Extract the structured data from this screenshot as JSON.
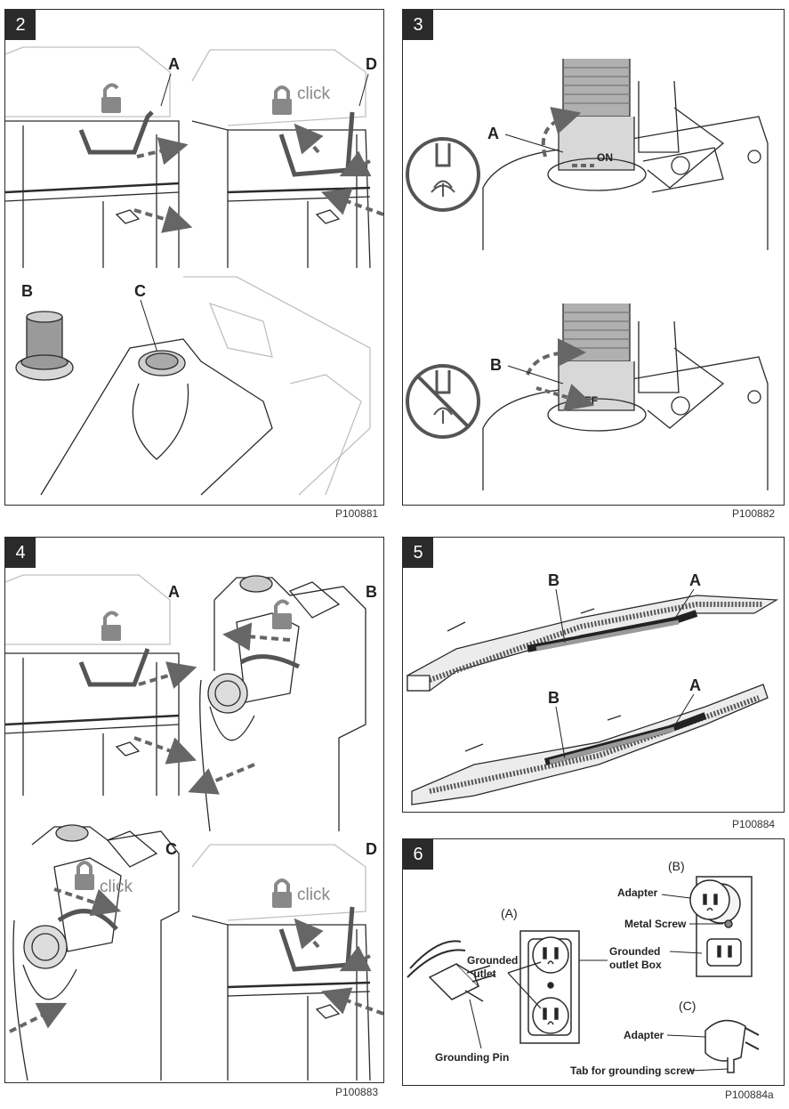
{
  "panels": {
    "p2": {
      "number": "2",
      "code": "P100881",
      "labels": {
        "a": "A",
        "d": "D",
        "b": "B",
        "c": "C",
        "click": "click"
      }
    },
    "p3": {
      "number": "3",
      "code": "P100882",
      "labels": {
        "a": "A",
        "b": "B",
        "on": "ON",
        "off": "OFF"
      }
    },
    "p4": {
      "number": "4",
      "code": "P100883",
      "labels": {
        "a": "A",
        "b": "B",
        "c": "C",
        "d": "D",
        "click_c": "click",
        "click_d": "click"
      }
    },
    "p5": {
      "number": "5",
      "code": "P100884",
      "labels": {
        "b_top": "B",
        "a_top": "A",
        "b_bottom": "B",
        "a_bottom": "A"
      }
    },
    "p6": {
      "number": "6",
      "code": "P100884a",
      "labels": {
        "a": "(A)",
        "b": "(B)",
        "c": "(C)",
        "adapter_b": "Adapter",
        "metal_screw": "Metal Screw",
        "grounded_outlet_box_1": "Grounded",
        "grounded_outlet_box_2": "outlet Box",
        "grounded_outlet_1": "Grounded",
        "grounded_outlet_2": "outlet",
        "grounding_pin": "Grounding Pin",
        "adapter_c": "Adapter",
        "tab_screw": "Tab for grounding screw"
      }
    }
  },
  "colors": {
    "ink": "#2b2b2b",
    "arrow": "#666666",
    "grey_fill": "#9a9a9a",
    "light_line": "#b8b8b8"
  },
  "icons": [
    "unlock-icon",
    "lock-icon",
    "faucet-airflow-icon",
    "no-airflow-icon",
    "arrow-icon"
  ]
}
